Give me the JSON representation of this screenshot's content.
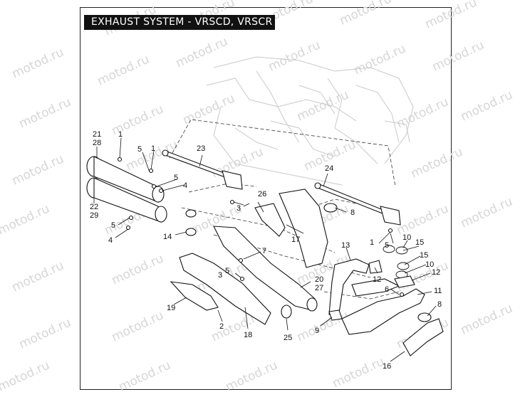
{
  "title": "EXHAUST SYSTEM - VRSCD, VRSCR",
  "watermark": "motod.ru",
  "callouts": [
    "1",
    "1",
    "1",
    "2",
    "3",
    "3",
    "4",
    "4",
    "5",
    "5",
    "5",
    "5",
    "5",
    "6",
    "7",
    "8",
    "8",
    "9",
    "10",
    "10",
    "11",
    "12",
    "12",
    "13",
    "14",
    "15",
    "15",
    "16",
    "17",
    "18",
    "19",
    "20",
    "27",
    "21",
    "28",
    "22",
    "29",
    "23",
    "24",
    "25",
    "26"
  ]
}
